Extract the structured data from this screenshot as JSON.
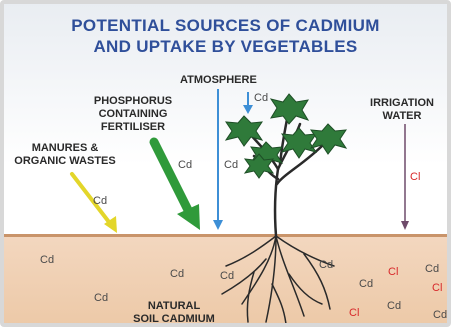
{
  "title": {
    "line1": "POTENTIAL SOURCES OF CADMIUM",
    "line2": "AND UPTAKE BY VEGETABLES"
  },
  "labels": {
    "atmosphere": "ATMOSPHERE",
    "phosphorus_1": "PHOSPHORUS",
    "phosphorus_2": "CONTAINING",
    "phosphorus_3": "FERTILISER",
    "manures_1": "MANURES &",
    "manures_2": "ORGANIC WASTES",
    "irrigation_1": "IRRIGATION",
    "irrigation_2": "WATER",
    "natural_1": "NATURAL",
    "natural_2": "SOIL CADMIUM"
  },
  "symbols": {
    "cd": "Cd",
    "cl": "Cl"
  },
  "colors": {
    "title": "#2f4f9a",
    "manure_arrow": "#e3d62a",
    "fertiliser_arrow": "#2f9a3a",
    "atmosphere_arrow": "#3d8fd6",
    "irrigation_arrow": "#6e4a6a",
    "chloride": "#d8282a",
    "soil": "#ecc8a6",
    "leaf": "#2f7a3a"
  }
}
